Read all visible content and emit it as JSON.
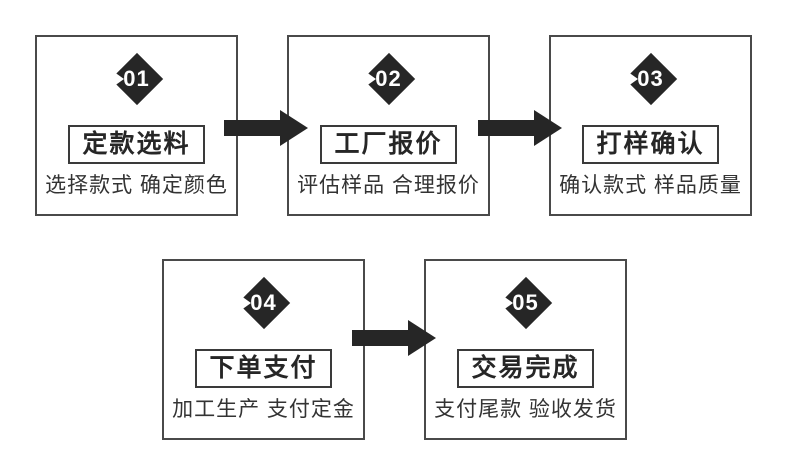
{
  "diagram": {
    "type": "process-flowchart",
    "steps": [
      {
        "number": "01",
        "label": "定款选料",
        "subtitle": "选择款式 确定颜色"
      },
      {
        "number": "02",
        "label": "工厂报价",
        "subtitle": "评估样品 合理报价"
      },
      {
        "number": "03",
        "label": "打样确认",
        "subtitle": "确认款式 样品质量"
      },
      {
        "number": "04",
        "label": "下单支付",
        "subtitle": "加工生产 支付定金"
      },
      {
        "number": "05",
        "label": "交易完成",
        "subtitle": "支付尾款 验收发货"
      }
    ],
    "colors": {
      "background": "#ffffff",
      "box_border": "#4a4a4a",
      "diamond_fill": "#262626",
      "diamond_text": "#ffffff",
      "label_text": "#262626",
      "subtitle_text": "#333333",
      "arrow": "#262626"
    }
  }
}
